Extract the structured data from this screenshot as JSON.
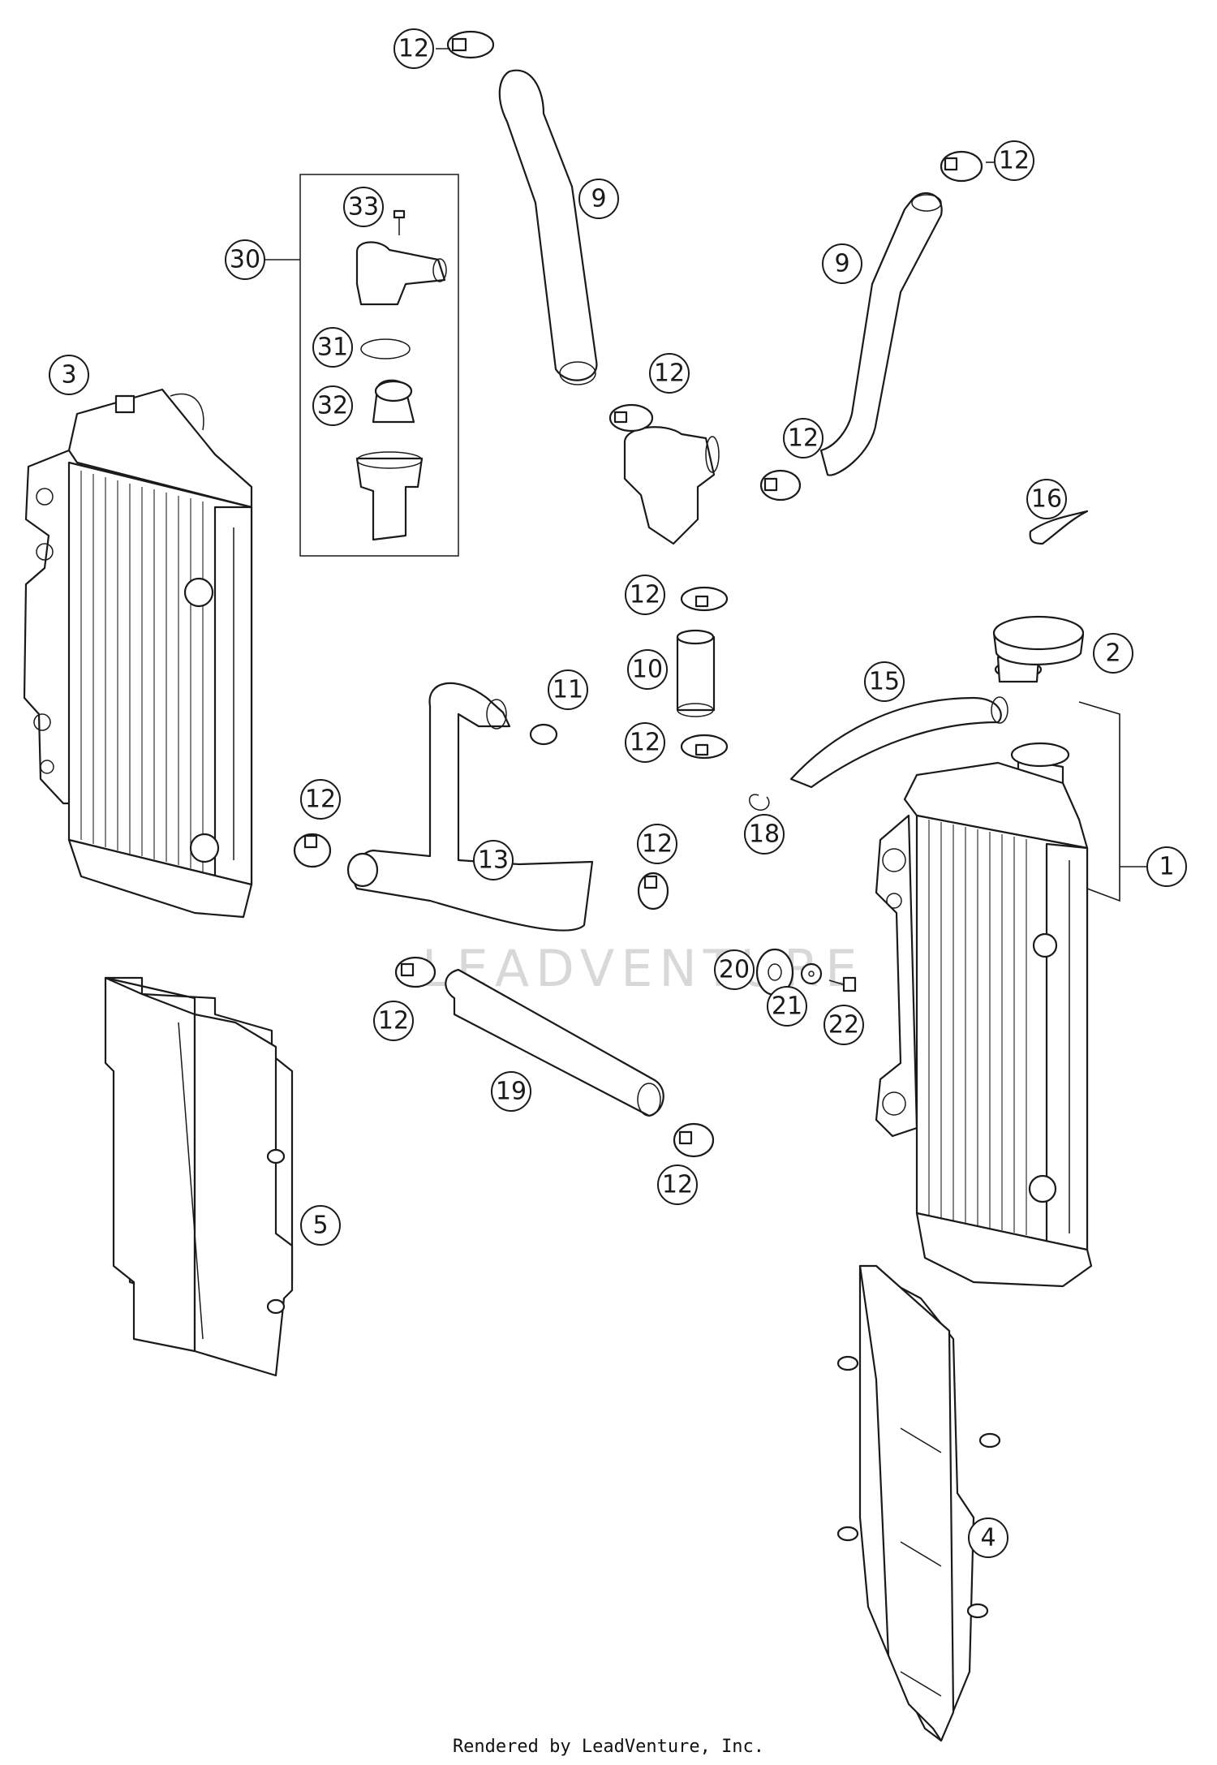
{
  "diagram": {
    "watermark": "LEADVENTURE",
    "footer": "Rendered by LeadVenture, Inc.",
    "callouts": [
      {
        "id": "c12a",
        "label": "12"
      },
      {
        "id": "c9a",
        "label": "9"
      },
      {
        "id": "c12b",
        "label": "12"
      },
      {
        "id": "c9b",
        "label": "9"
      },
      {
        "id": "c33",
        "label": "33"
      },
      {
        "id": "c30",
        "label": "30"
      },
      {
        "id": "c31",
        "label": "31"
      },
      {
        "id": "c32",
        "label": "32"
      },
      {
        "id": "c3",
        "label": "3"
      },
      {
        "id": "c12c",
        "label": "12"
      },
      {
        "id": "c12d",
        "label": "12"
      },
      {
        "id": "c16",
        "label": "16"
      },
      {
        "id": "c12e",
        "label": "12"
      },
      {
        "id": "c10",
        "label": "10"
      },
      {
        "id": "c12f",
        "label": "12"
      },
      {
        "id": "c11",
        "label": "11"
      },
      {
        "id": "c15",
        "label": "15"
      },
      {
        "id": "c2",
        "label": "2"
      },
      {
        "id": "c12g",
        "label": "12"
      },
      {
        "id": "c13",
        "label": "13"
      },
      {
        "id": "c12h",
        "label": "12"
      },
      {
        "id": "c18",
        "label": "18"
      },
      {
        "id": "c1",
        "label": "1"
      },
      {
        "id": "c20",
        "label": "20"
      },
      {
        "id": "c21",
        "label": "21"
      },
      {
        "id": "c22",
        "label": "22"
      },
      {
        "id": "c12i",
        "label": "12"
      },
      {
        "id": "c19",
        "label": "19"
      },
      {
        "id": "c12j",
        "label": "12"
      },
      {
        "id": "c5",
        "label": "5"
      },
      {
        "id": "c4",
        "label": "4"
      }
    ]
  }
}
